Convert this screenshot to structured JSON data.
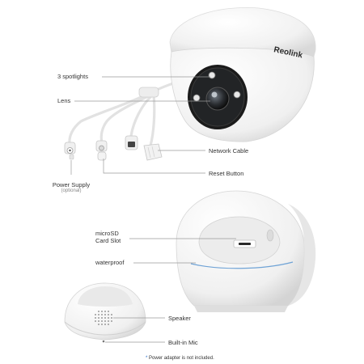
{
  "colors": {
    "accent": "#1f66c8",
    "label_text": "#333333",
    "leader_line": "#9a9a9a",
    "camera_body": "#f4f4f4",
    "lens_housing": "#1b1b1b"
  },
  "brand": {
    "logo_text": "Reolink"
  },
  "labels": {
    "spotlights": "3 spotlights",
    "lens": "Lens",
    "network_cable": "Network Cable",
    "reset_button": "Reset Button",
    "power_supply": "Power Supply",
    "power_supply_note": "(optional)",
    "microsd_line1": "microSD",
    "microsd_line2": "Card Slot",
    "waterproof": "waterproof",
    "speaker": "Speaker",
    "builtin_mic": "Built-in Mic"
  },
  "footnote": {
    "marker": "*",
    "text": "Power adapter is not included."
  }
}
